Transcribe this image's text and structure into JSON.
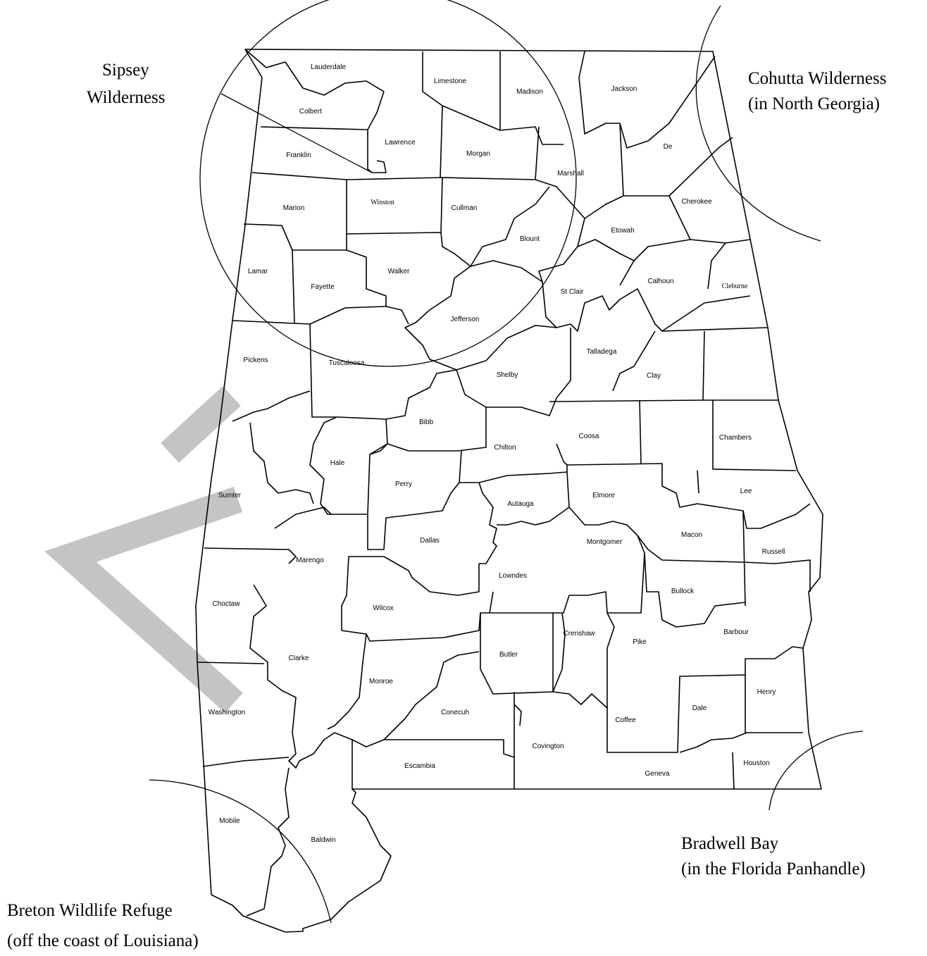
{
  "map": {
    "regions": [
      {
        "id": "sipsey",
        "lines": [
          "Sipsey",
          "Wilderness"
        ]
      },
      {
        "id": "cohutta",
        "lines": [
          "Cohutta Wilderness",
          "(in North Georgia)"
        ]
      },
      {
        "id": "bradwell",
        "lines": [
          "Bradwell Bay",
          "(in the Florida Panhandle)"
        ]
      },
      {
        "id": "breton",
        "lines": [
          "Breton Wildlife Refuge",
          "(off the coast of Louisiana)"
        ]
      }
    ],
    "counties": [
      "Lauderdale",
      "Limestone",
      "Madison",
      "Jackson",
      "Colbert",
      "Lawrence",
      "Morgan",
      "Franklin",
      "Marshall",
      "De",
      "Marion",
      "Winston",
      "Cullman",
      "Cherokee",
      "Etowah",
      "Blount",
      "Lamar",
      "Fayette",
      "Walker",
      "Calhoun",
      "Cleburne",
      "St Clair",
      "Jefferson",
      "Pickens",
      "Tuscaloosa",
      "Talladega",
      "Shelby",
      "Clay",
      "Bibb",
      "Coosa",
      "Chambers",
      "Hale",
      "Chilton",
      "Perry",
      "Sumter",
      "Autauga",
      "Elmore",
      "Lee",
      "Dallas",
      "Montgomer",
      "Macon",
      "Marengo",
      "Russell",
      "Choctaw",
      "Lowndes",
      "Bullock",
      "Wilcox",
      "Barbour",
      "Crenshaw",
      "Clarke",
      "Butler",
      "Pike",
      "Monroe",
      "Henry",
      "Washington",
      "Conecuh",
      "Coffee",
      "Dale",
      "Covington",
      "Escambia",
      "Houston",
      "Geneva",
      "Mobile",
      "Baldwin"
    ]
  }
}
